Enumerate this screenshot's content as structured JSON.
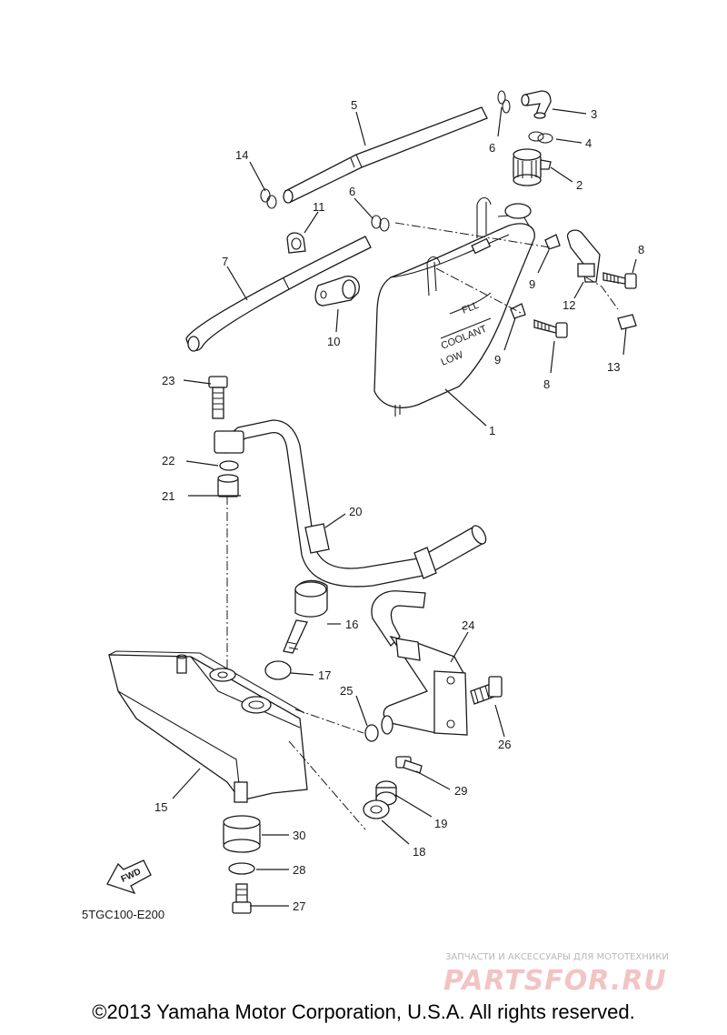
{
  "callouts": [
    "1",
    "2",
    "3",
    "4",
    "5",
    "6",
    "6",
    "7",
    "8",
    "8",
    "9",
    "9",
    "10",
    "11",
    "12",
    "13",
    "14",
    "15",
    "16",
    "17",
    "18",
    "19",
    "20",
    "21",
    "22",
    "23",
    "24",
    "25",
    "26",
    "27",
    "28",
    "29",
    "30"
  ],
  "tank_labels": {
    "full": "FLL",
    "coolant": "COOLANT",
    "low": "LOW"
  },
  "fwd_label": "FWD",
  "diagram_code": "5TGC100-E200",
  "watermark": {
    "tagline": "ЗАПЧАСТИ И АКСЕССУАРЫ ДЛЯ МОТОТЕХНИКИ",
    "brand": "PARTSFOR.RU"
  },
  "copyright": "©2013 Yamaha Motor Corporation, U.S.A. All rights reserved."
}
